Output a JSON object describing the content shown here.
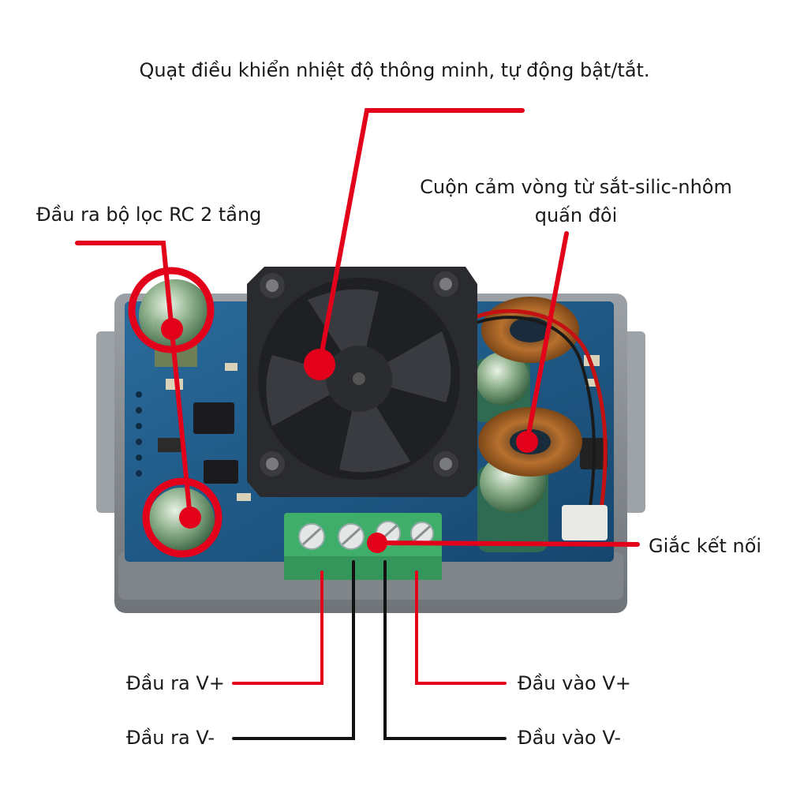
{
  "labels": {
    "fan": "Quạt điều khiển nhiệt độ thông minh, tự động bật/tắt.",
    "rc_filter": "Đầu ra bộ lọc RC 2 tầng",
    "inductor_line1": "Cuộn cảm vòng từ sắt-silic-nhôm",
    "inductor_line2": "quấn đôi",
    "connector": "Giắc kết nối",
    "out_pos": "Đầu ra V+",
    "out_neg": "Đầu ra V-",
    "in_pos": "Đầu vào V+",
    "in_neg": "Đầu vào V-"
  },
  "colors": {
    "leader_red": "#e2001a",
    "leader_black": "#111111",
    "pcb_blue": "#1e5a8a",
    "housing_gray": "#8d9297",
    "terminal_green": "#3fae6a",
    "fan_black": "#2a2b2e"
  }
}
